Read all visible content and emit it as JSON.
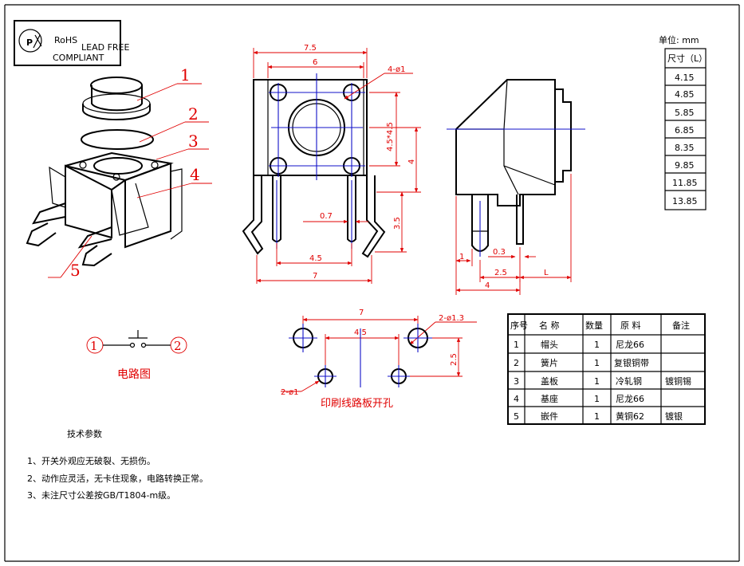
{
  "rohs": {
    "title": "RoHS",
    "lead_free": "LEAD FREE",
    "compliant": "COMPLIANT"
  },
  "parts_callouts": [
    "1",
    "2",
    "3",
    "4",
    "5"
  ],
  "front_view": {
    "dim_width_outer": "7.5",
    "dim_width_inner": "6",
    "holes": "4-ø1",
    "dim_hole_pitch_v": "4.5*4.5",
    "dim_height": "4",
    "dim_pin_width": "0.7",
    "dim_pin_length": "3.5",
    "dim_pin_pitch": "4.5",
    "dim_total_width": "7"
  },
  "side_view": {
    "dim_1": "1",
    "dim_03": "0.3",
    "dim_25": "2.5",
    "dim_L": "L",
    "dim_4": "4"
  },
  "unit_table": {
    "unit": "单位: mm",
    "header": "尺寸（L）",
    "values": [
      "4.15",
      "4.85",
      "5.85",
      "6.85",
      "8.35",
      "9.85",
      "11.85",
      "13.85"
    ]
  },
  "pcb": {
    "dim_7": "7",
    "dim_45": "4.5",
    "dim_25": "2.5",
    "big_holes": "2-ø1.3",
    "small_holes": "2-ø1",
    "caption": "印刷线路板开孔"
  },
  "circuit": {
    "node1": "1",
    "node2": "2",
    "caption": "电路图"
  },
  "bom": {
    "headers": [
      "序号",
      "名 称",
      "数量",
      "原 料",
      "备注"
    ],
    "rows": [
      [
        "1",
        "帽头",
        "1",
        "尼龙66",
        ""
      ],
      [
        "2",
        "簧片",
        "1",
        "复银铜带",
        ""
      ],
      [
        "3",
        "盖板",
        "1",
        "冷轧钢",
        "镀铜锡"
      ],
      [
        "4",
        "基座",
        "1",
        "尼龙66",
        ""
      ],
      [
        "5",
        "嵌件",
        "1",
        "黄铜62",
        "镀银"
      ]
    ]
  },
  "tech": {
    "title": "技术参数",
    "items": [
      "1、开关外观应无破裂、无损伤。",
      "2、动作应灵活，无卡住现象，电路转换正常。",
      "3、未注尺寸公差按GB/T1804-m级。"
    ]
  }
}
